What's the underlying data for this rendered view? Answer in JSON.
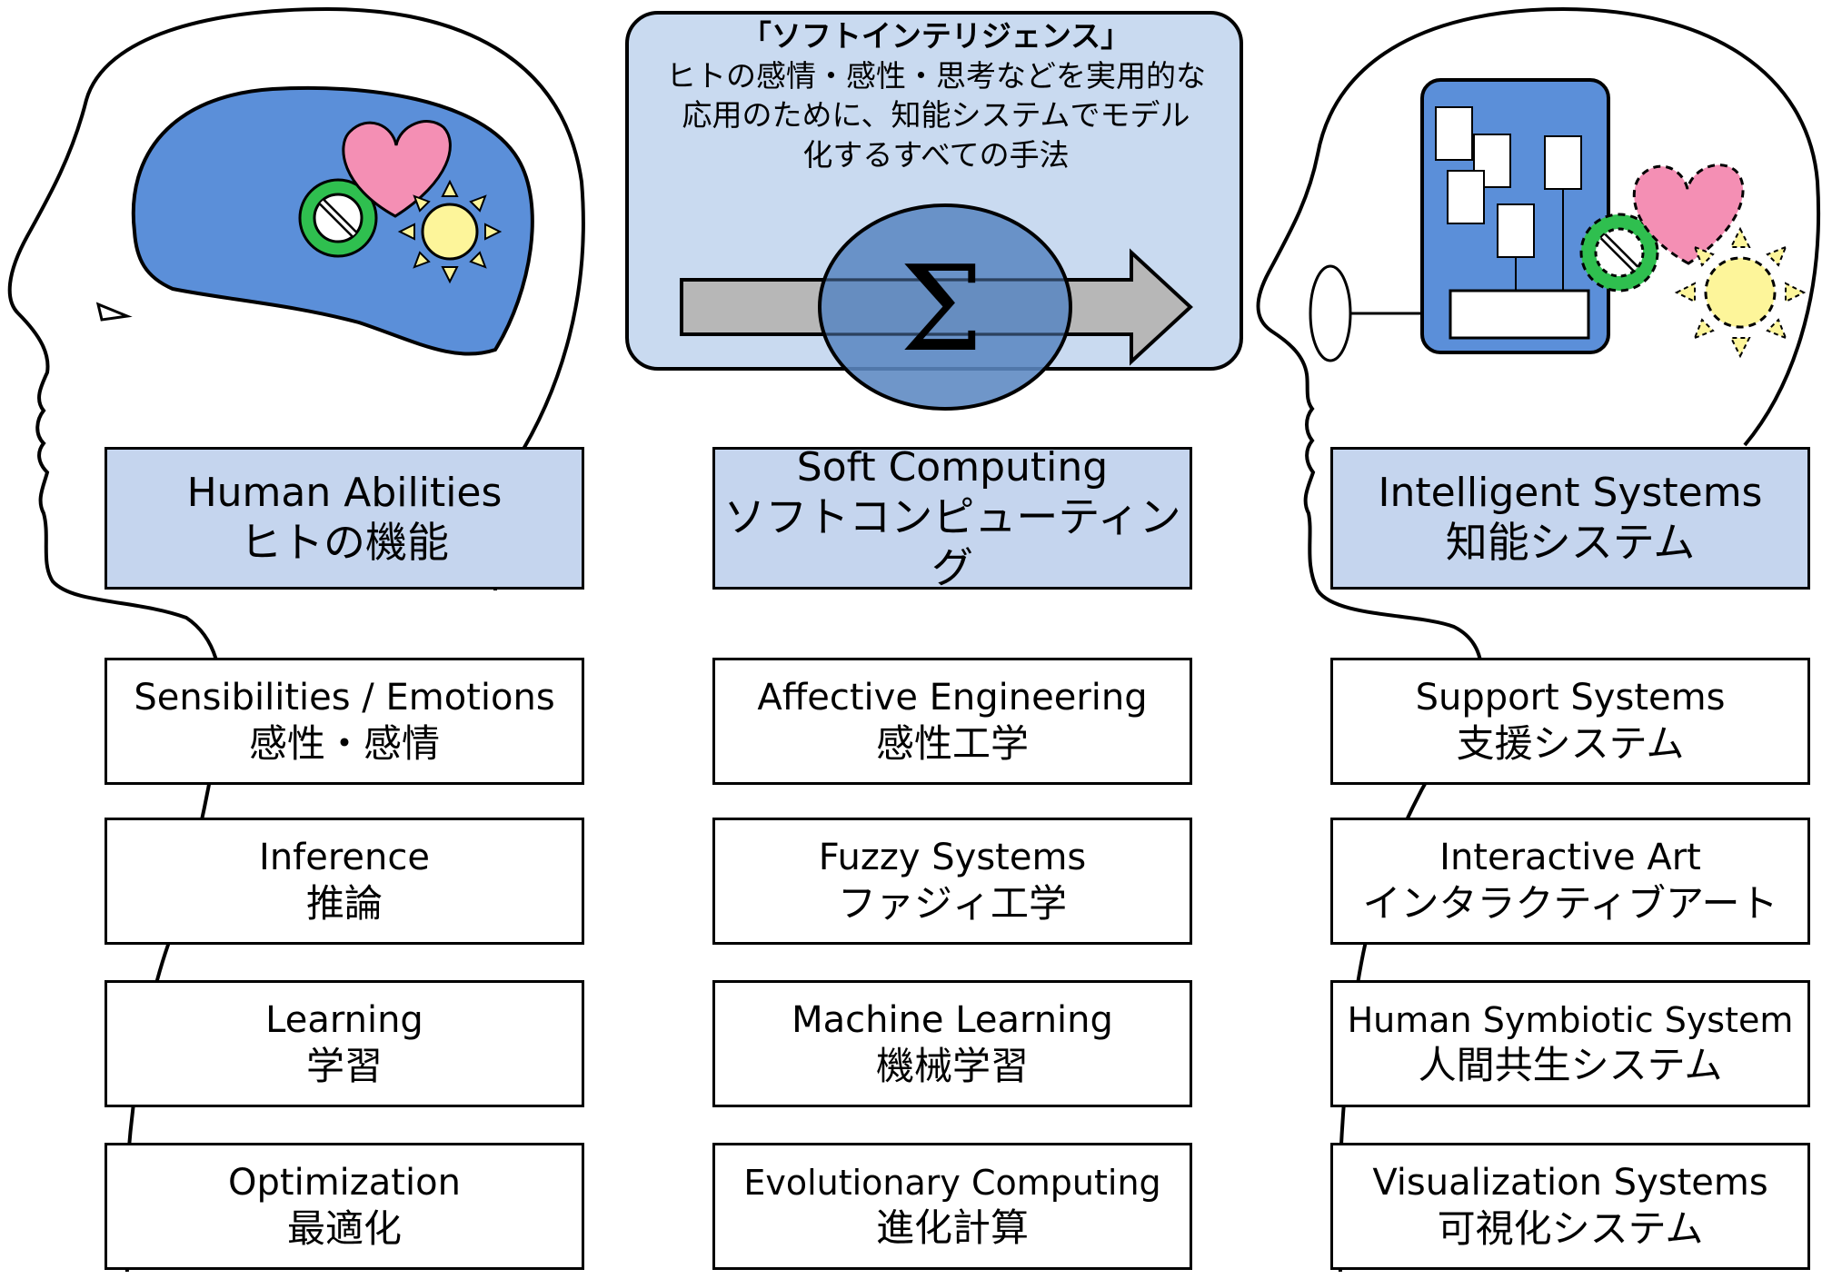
{
  "callout": {
    "title": "「ソフトインテリジェンス」",
    "lines": [
      "ヒトの感情・感性・思考などを実用的な",
      "応用のために、知能システムでモデル",
      "化するすべての手法"
    ]
  },
  "sigma": "Σ",
  "columns": [
    {
      "header": {
        "en": "Human Abilities",
        "ja": "ヒトの機能"
      },
      "items": [
        {
          "en": "Sensibilities / Emotions",
          "ja": "感性・感情"
        },
        {
          "en": "Inference",
          "ja": "推論"
        },
        {
          "en": "Learning",
          "ja": "学習"
        },
        {
          "en": "Optimization",
          "ja": "最適化"
        }
      ]
    },
    {
      "header": {
        "en": "Soft Computing",
        "ja": "ソフトコンピューティング"
      },
      "items": [
        {
          "en": "Affective Engineering",
          "ja": "感性工学"
        },
        {
          "en": "Fuzzy Systems",
          "ja": "ファジィ工学"
        },
        {
          "en": "Machine Learning",
          "ja": "機械学習"
        },
        {
          "en": "Evolutionary Computing",
          "ja": "進化計算"
        }
      ]
    },
    {
      "header": {
        "en": "Intelligent Systems",
        "ja": "知能システム"
      },
      "items": [
        {
          "en": "Support Systems",
          "ja": "支援システム"
        },
        {
          "en": "Interactive Art",
          "ja": "インタラクティブアート"
        },
        {
          "en": "Human Symbiotic System",
          "ja": "人間共生システム"
        },
        {
          "en": "Visualization Systems",
          "ja": "可視化システム"
        }
      ]
    }
  ],
  "colors": {
    "header_fill": "#c5d5ee",
    "brain_fill": "#5b8fd9",
    "heart": "#f48fb4",
    "sun": "#fdf59a",
    "no_sign": "#2fbf4f",
    "arrow": "#b7b7b7",
    "sigma_ellipse": "#5b88c2",
    "callout_fill": "#c9daf0"
  }
}
